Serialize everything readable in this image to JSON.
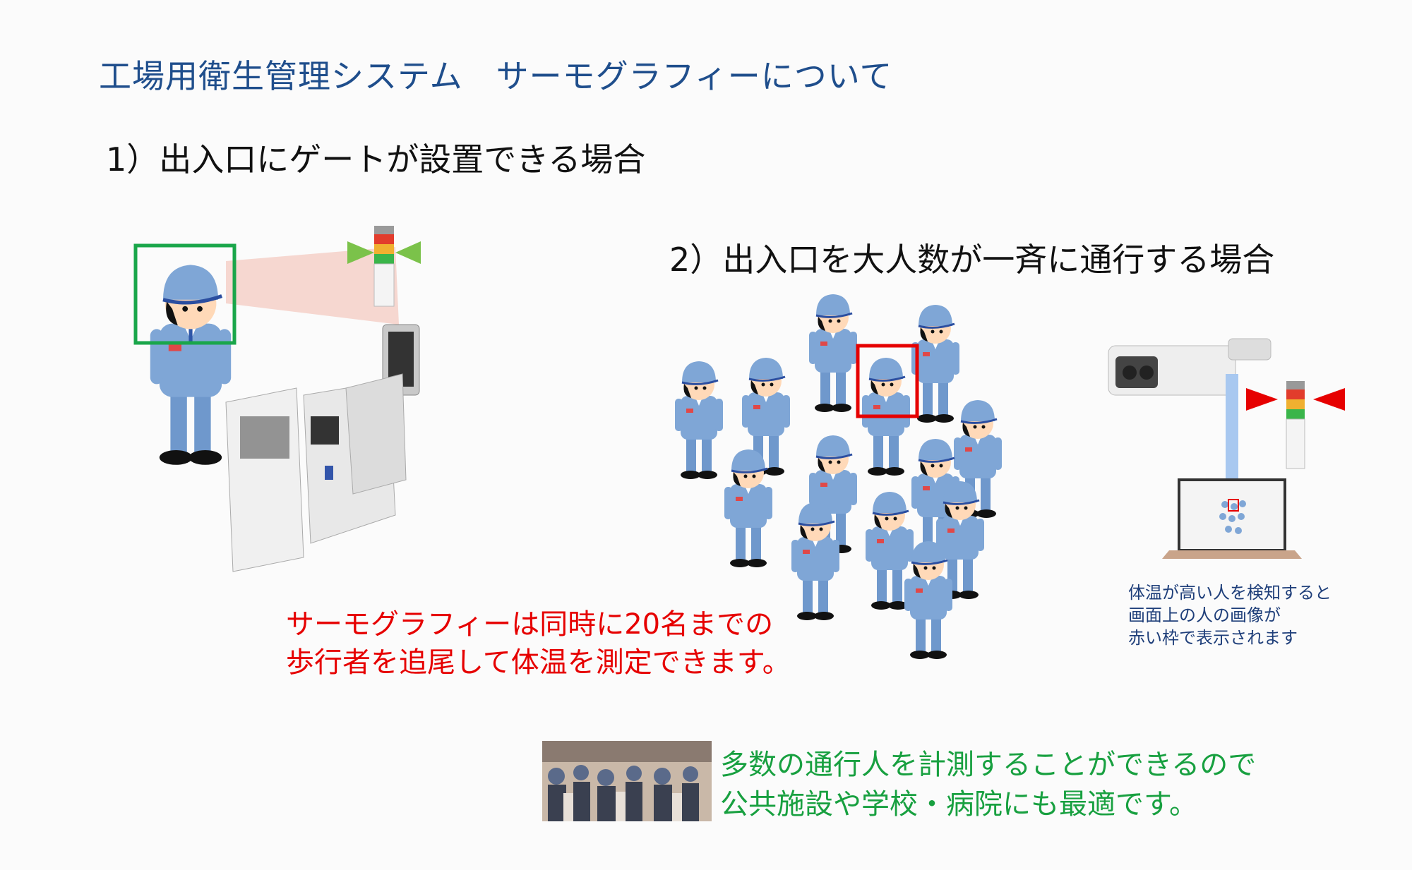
{
  "title": "工場用衛生管理システム　サーモグラフィーについて",
  "section1": {
    "heading": "1）出入口にゲートが設置できる場合"
  },
  "section2": {
    "heading": "2）出入口を大人数が一斉に通行する場合"
  },
  "red_note": {
    "line1": "サーモグラフィーは同時に20名までの",
    "line2": "歩行者を追尾して体温を測定できます。"
  },
  "blue_note": {
    "line1": "体温が高い人を検知すると",
    "line2": "画面上の人の画像が",
    "line3": "赤い枠で表示されます"
  },
  "green_note": {
    "line1": "多数の通行人を計測することができるので",
    "line2": "公共施設や学校・病院にも最適です。"
  },
  "colors": {
    "title": "#1f4e8c",
    "worker_blue": "#7fa6d6",
    "detect_green": "#1aa64a",
    "detect_red": "#e60000",
    "note_green": "#18a040"
  }
}
